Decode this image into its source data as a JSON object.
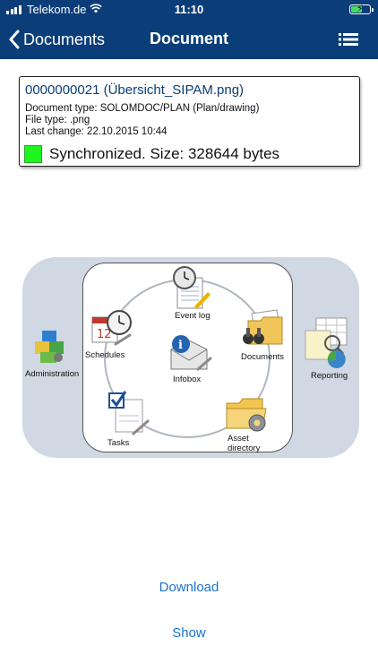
{
  "status": {
    "carrier": "Telekom.de",
    "time": "11:10"
  },
  "nav": {
    "back_label": "Documents",
    "title": "Document"
  },
  "document": {
    "name": "0000000021 (Übersicht_SIPAM.png)",
    "type_line": "Document type: SOLOMDOC/PLAN (Plan/drawing)",
    "filetype_line": "File type: .png",
    "lastchange_line": "Last change: 22.10.2015 10:44",
    "sync_text": "Synchronized. Size: 328644 bytes",
    "sync_color": "#1ff41f"
  },
  "diagram": {
    "event_log": "Event log",
    "schedules": "Schedules",
    "infobox": "Infobox",
    "documents": "Documents",
    "tasks": "Tasks",
    "asset_directory_1": "Asset",
    "asset_directory_2": "directory",
    "administration": "Administration",
    "reporting": "Reporting"
  },
  "actions": {
    "download": "Download",
    "show": "Show"
  },
  "colors": {
    "navbar": "#0b3d78",
    "link": "#1a73c9",
    "diagram_bg": "#cfd8e3"
  }
}
